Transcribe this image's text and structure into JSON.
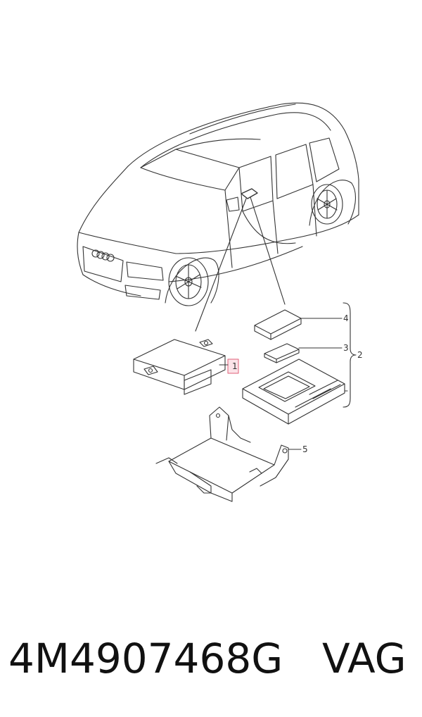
{
  "diagram": {
    "callouts": {
      "c1": "1",
      "c2": "2",
      "c3": "3",
      "c4": "4",
      "c5": "5"
    },
    "highlight_color": "#e0607a",
    "line_color": "#333333"
  },
  "caption": {
    "part_number": "4M4907468G",
    "brand": "VAG"
  }
}
